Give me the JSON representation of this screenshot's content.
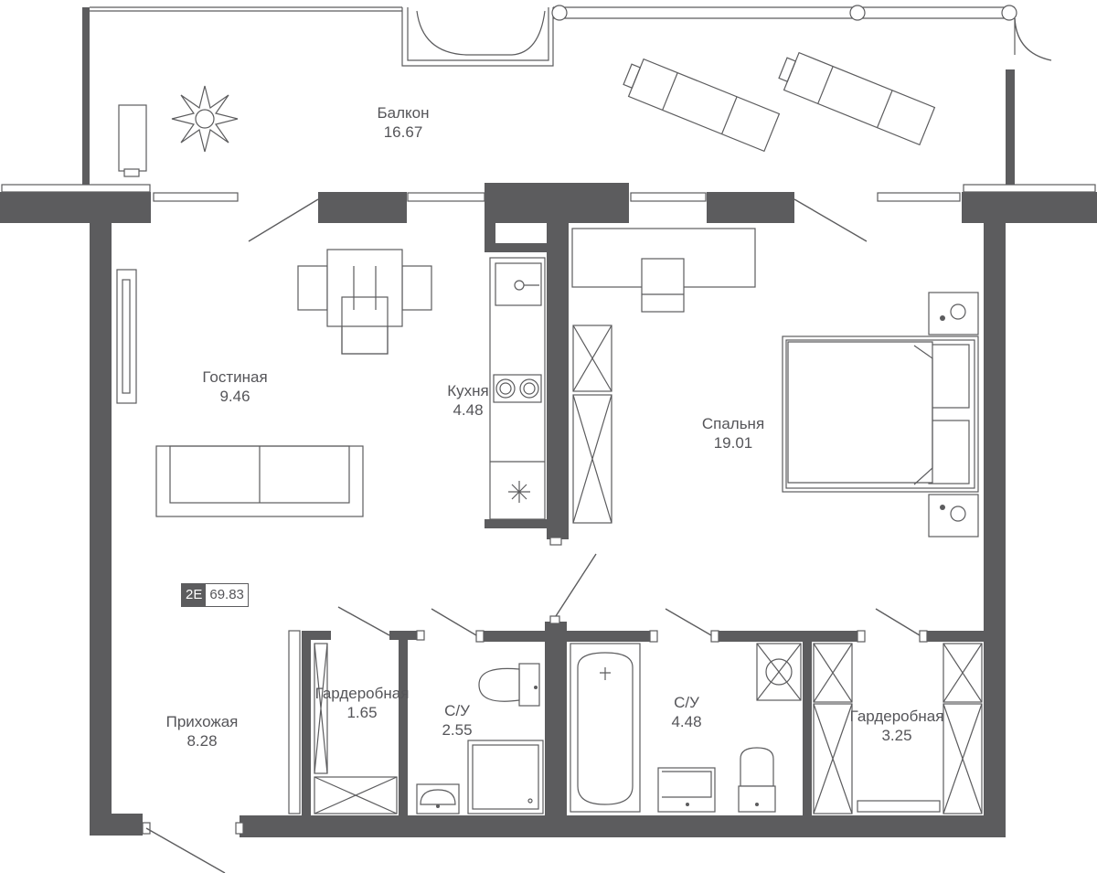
{
  "rooms": {
    "balcony": {
      "name": "Балкон",
      "area": "16.67"
    },
    "living": {
      "name": "Гостиная",
      "area": "9.46"
    },
    "kitchen": {
      "name": "Кухня",
      "area": "4.48"
    },
    "bedroom": {
      "name": "Спальня",
      "area": "19.01"
    },
    "hallway": {
      "name": "Прихожая",
      "area": "8.28"
    },
    "wardrobe1": {
      "name": "Гардеробная",
      "area": "1.65"
    },
    "bathroom1": {
      "name": "С/У",
      "area": "2.55"
    },
    "bathroom2": {
      "name": "С/У",
      "area": "4.48"
    },
    "wardrobe2": {
      "name": "Гардеробная",
      "area": "3.25"
    }
  },
  "badge": {
    "code": "2E",
    "total_area": "69.83"
  },
  "colors": {
    "wall": "#5c5c5e",
    "text": "#555559",
    "background": "#ffffff"
  }
}
